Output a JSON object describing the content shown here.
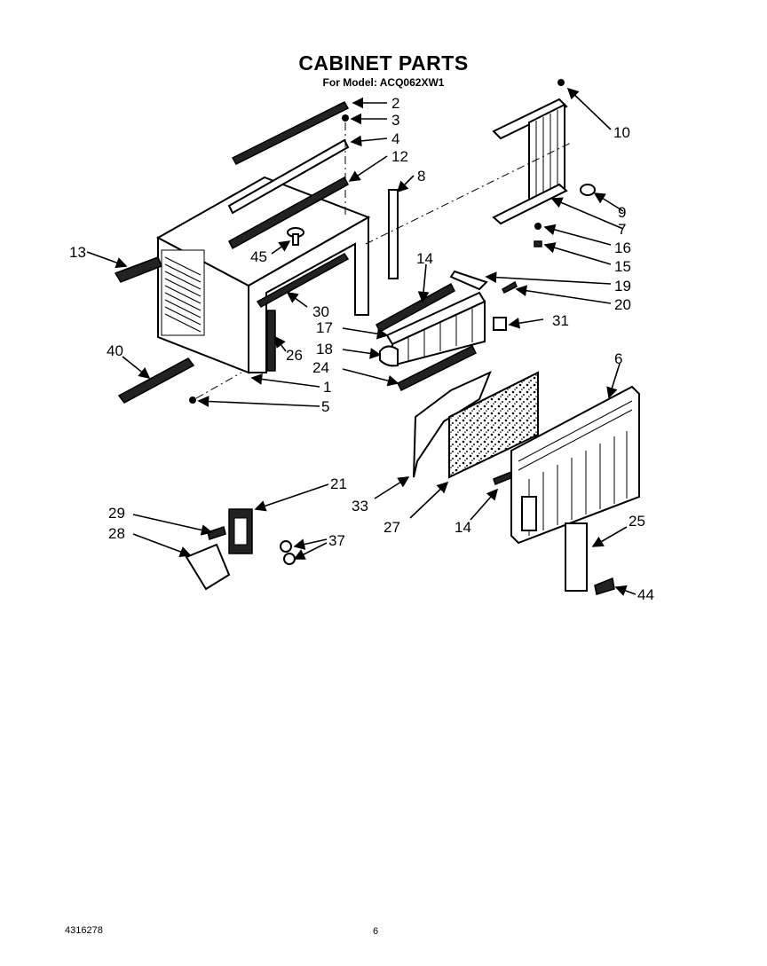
{
  "title": "CABINET PARTS",
  "subtitle": "For Model: ACQ062XW1",
  "doc_number": "4316278",
  "page_number": "6",
  "callouts": [
    {
      "id": "c2",
      "text": "2"
    },
    {
      "id": "c3",
      "text": "3"
    },
    {
      "id": "c4",
      "text": "4"
    },
    {
      "id": "c12",
      "text": "12"
    },
    {
      "id": "c8",
      "text": "8"
    },
    {
      "id": "c10",
      "text": "10"
    },
    {
      "id": "c9",
      "text": "9"
    },
    {
      "id": "c7",
      "text": "7"
    },
    {
      "id": "c16",
      "text": "16"
    },
    {
      "id": "c15",
      "text": "15"
    },
    {
      "id": "c19",
      "text": "19"
    },
    {
      "id": "c20",
      "text": "20"
    },
    {
      "id": "c31",
      "text": "31"
    },
    {
      "id": "c13",
      "text": "13"
    },
    {
      "id": "c45",
      "text": "45"
    },
    {
      "id": "c14a",
      "text": "14"
    },
    {
      "id": "c30",
      "text": "30"
    },
    {
      "id": "c17",
      "text": "17"
    },
    {
      "id": "c18",
      "text": "18"
    },
    {
      "id": "c26",
      "text": "26"
    },
    {
      "id": "c24",
      "text": "24"
    },
    {
      "id": "c40",
      "text": "40"
    },
    {
      "id": "c1",
      "text": "1"
    },
    {
      "id": "c5",
      "text": "5"
    },
    {
      "id": "c6",
      "text": "6"
    },
    {
      "id": "c21",
      "text": "21"
    },
    {
      "id": "c29",
      "text": "29"
    },
    {
      "id": "c28",
      "text": "28"
    },
    {
      "id": "c37",
      "text": "37"
    },
    {
      "id": "c33",
      "text": "33"
    },
    {
      "id": "c27",
      "text": "27"
    },
    {
      "id": "c14b",
      "text": "14"
    },
    {
      "id": "c25",
      "text": "25"
    },
    {
      "id": "c44",
      "text": "44"
    }
  ]
}
